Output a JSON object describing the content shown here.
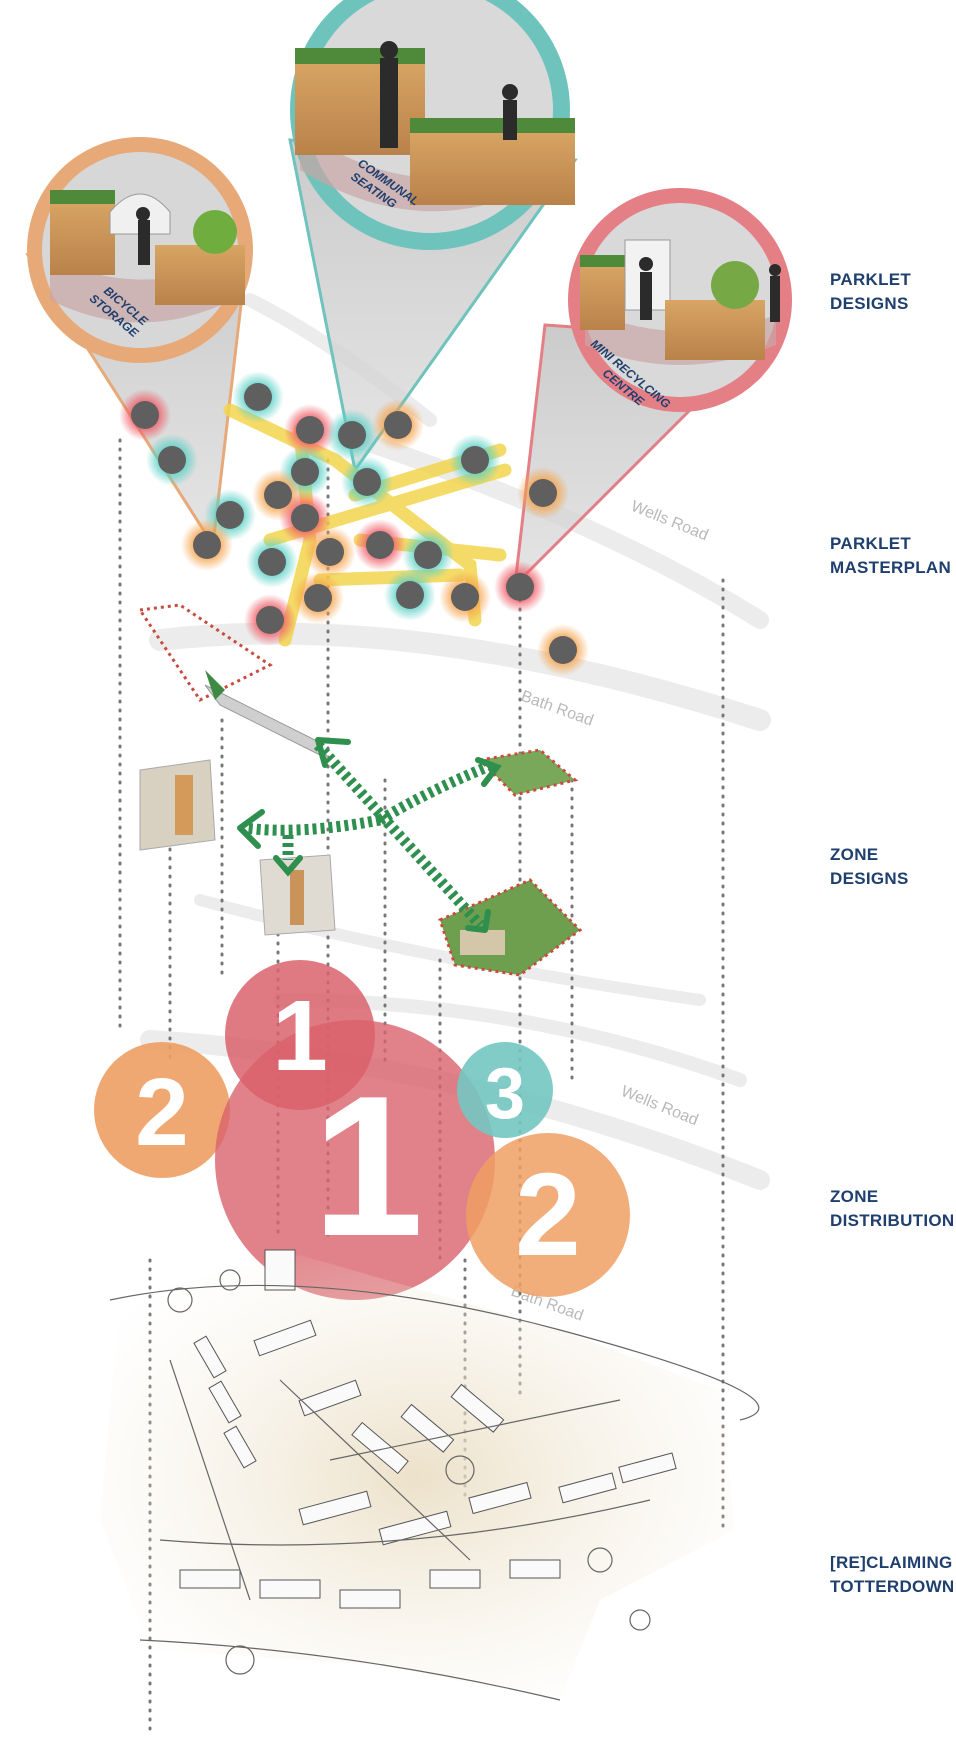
{
  "labels": {
    "parklet_designs": [
      "PARKLET",
      "DESIGNS"
    ],
    "parklet_masterplan": [
      "PARKLET",
      "MASTERPLAN"
    ],
    "zone_designs": [
      "ZONE",
      "DESIGNS"
    ],
    "zone_distribution": [
      "ZONE",
      "DISTRIBUTION"
    ],
    "reclaiming": [
      "[RE]CLAIMING",
      "TOTTERDOWN"
    ]
  },
  "parklets": {
    "bicycle": [
      "BICYCLE",
      "STORAGE"
    ],
    "seating": [
      "COMMUNAL",
      "SEATING"
    ],
    "recycling": [
      "MINI RECYLCING",
      "CENTRE"
    ]
  },
  "streets": {
    "wells_road": "Wells Road",
    "bath_road": "Bath Road"
  },
  "zones": {
    "one_small": "1",
    "one_large": "1",
    "two_left": "2",
    "two_right": "2",
    "three": "3"
  },
  "colors": {
    "bicycle": "#e8a978",
    "seating": "#6fc3bd",
    "recycling": "#e57f86",
    "zone1": "#d9626c",
    "zone2": "#ee9f63",
    "zone3": "#74c6c2",
    "path": "#f3d54e",
    "arrow": "#2f8f4e",
    "label": "#1f3f6e"
  }
}
